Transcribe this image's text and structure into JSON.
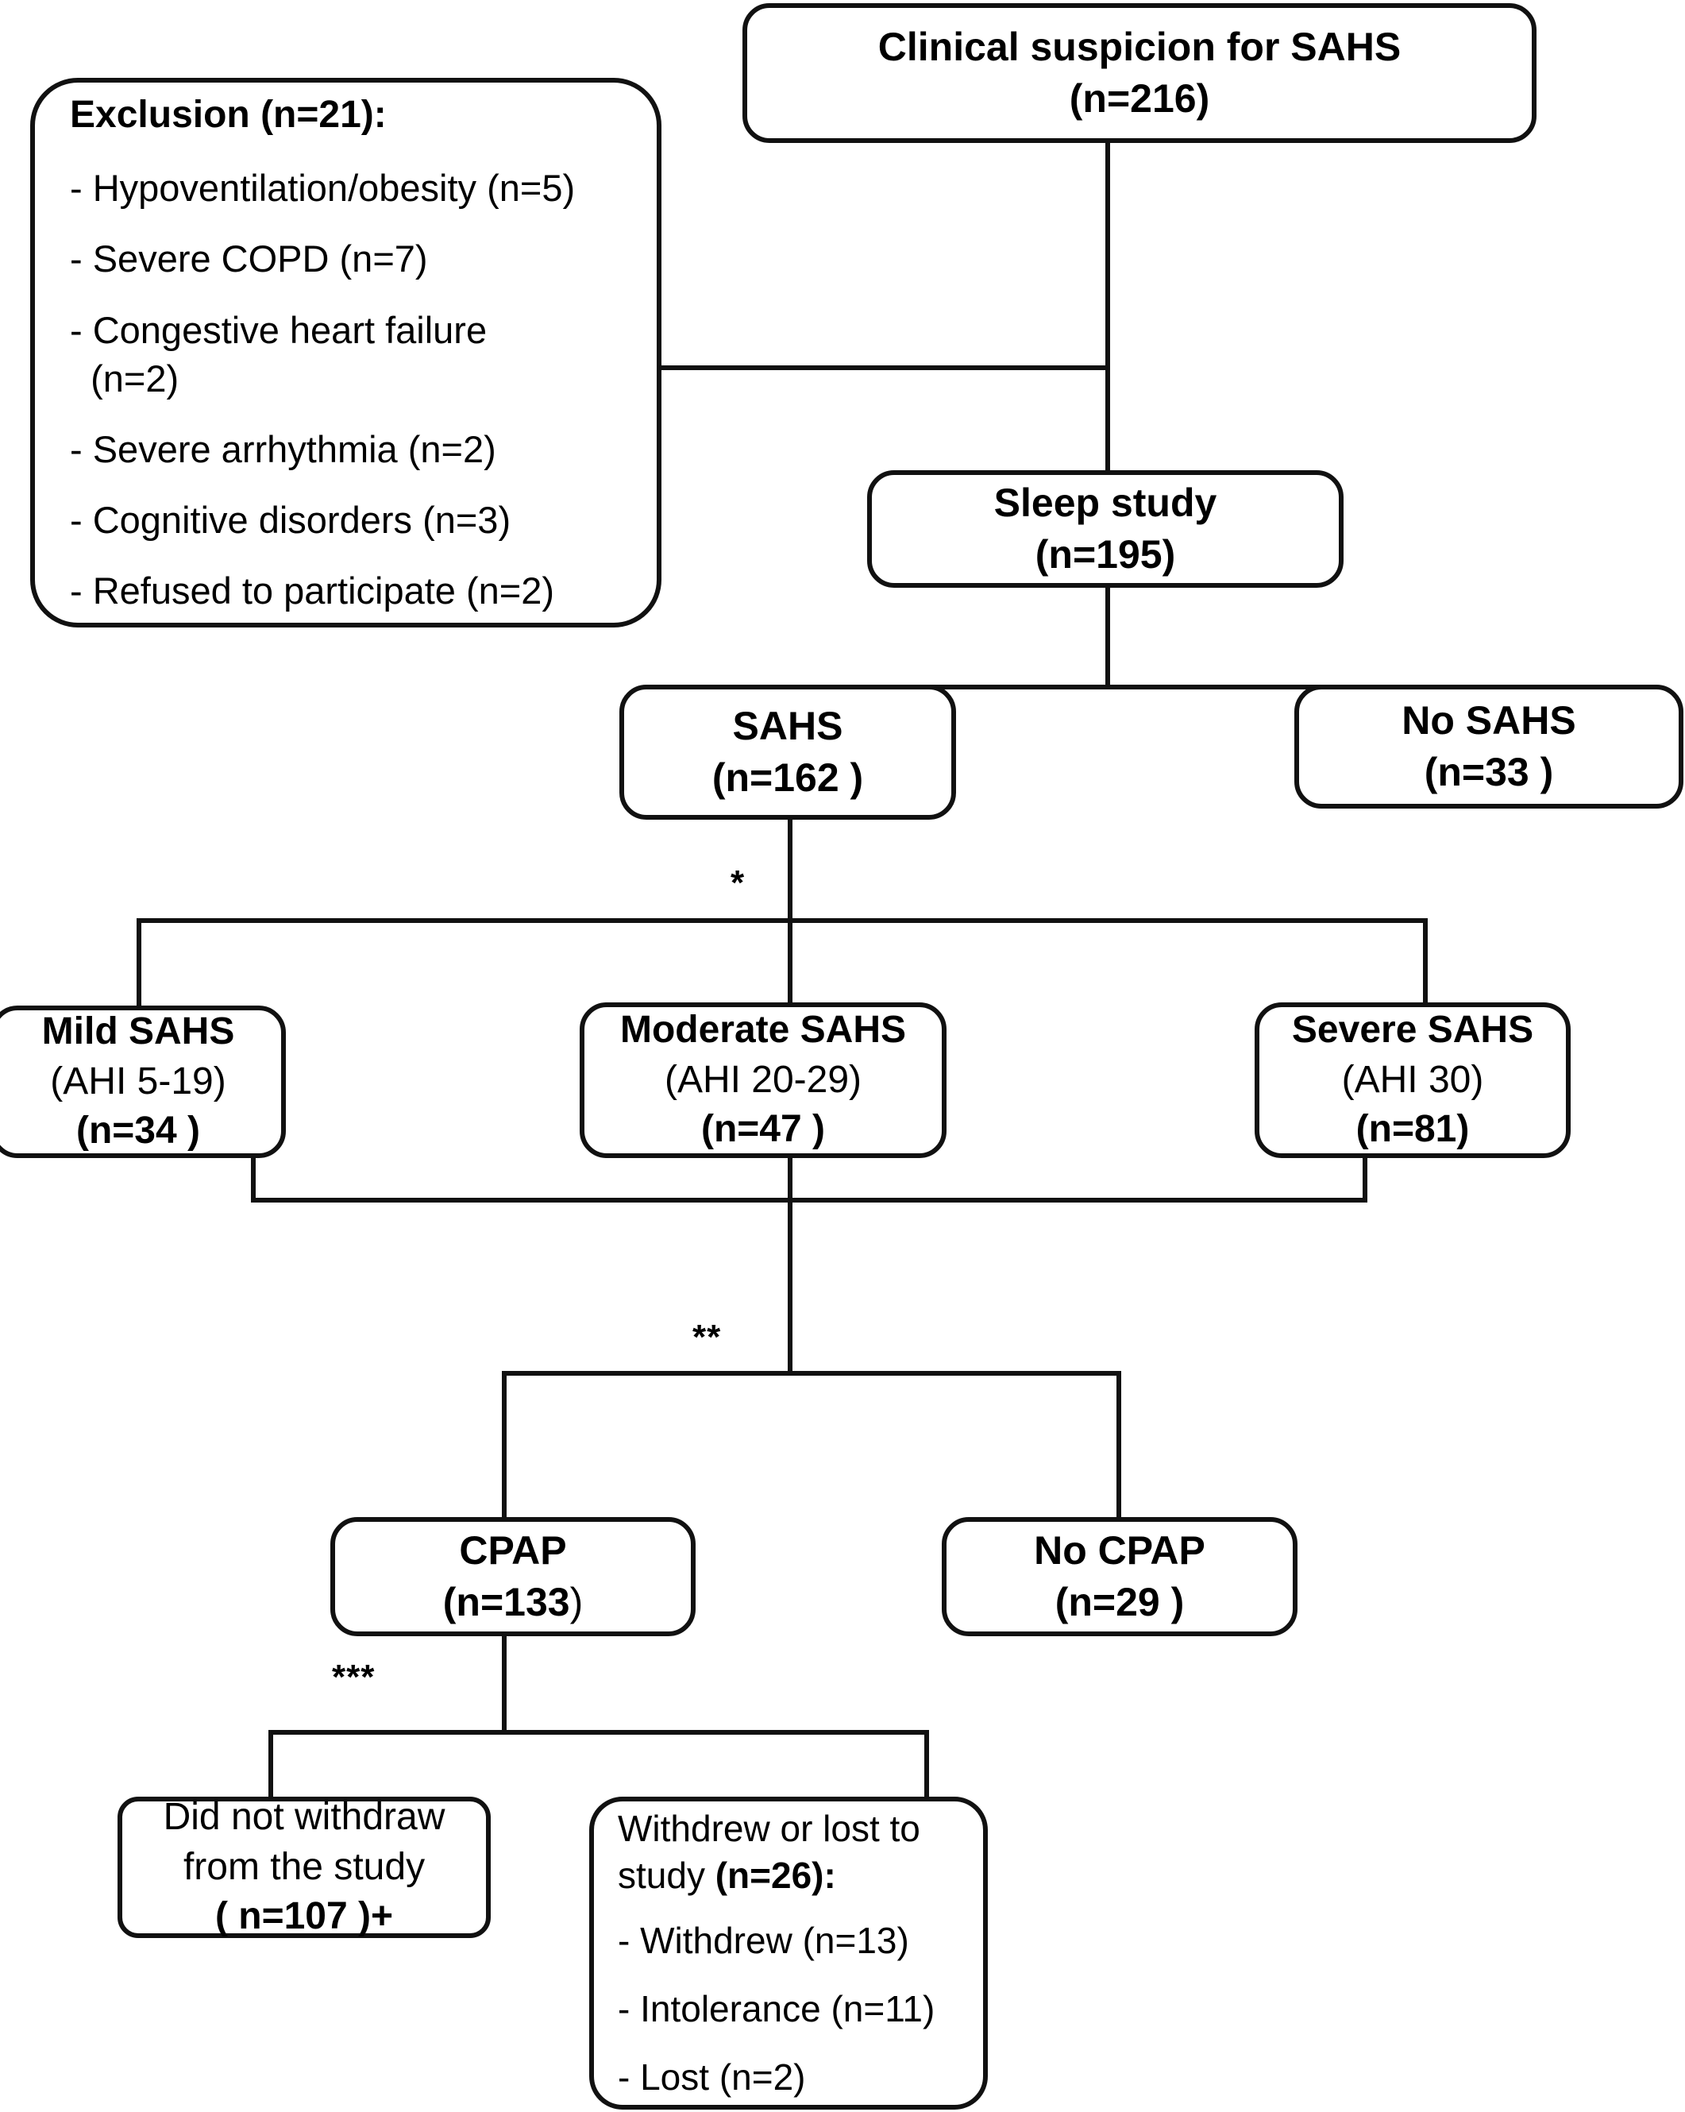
{
  "figure": {
    "type": "flowchart",
    "title": "Patient flow through SAHS diagnosis and CPAP treatment"
  },
  "nodes": {
    "clinical_suspicion": {
      "line1": "Clinical suspicion for SAHS",
      "line2": "(n=216)"
    },
    "exclusion": {
      "title": "Exclusion (n=21):",
      "items": [
        "- Hypoventilation/obesity (n=5)",
        "- Severe COPD (n=7)",
        "- Congestive heart failure\n  (n=2)",
        "- Severe arrhythmia (n=2)",
        "- Cognitive disorders (n=3)",
        "- Refused to participate (n=2)"
      ]
    },
    "sleep_study": {
      "line1": "Sleep study",
      "line2": "(n=195)"
    },
    "sahs": {
      "line1": "SAHS",
      "line2": "(n=162 )"
    },
    "no_sahs": {
      "line1": "No SAHS",
      "line2": "(n=33 )"
    },
    "mild_sahs": {
      "line1": "Mild SAHS",
      "line2": "(AHI 5-19)",
      "line3": "(n=34 )"
    },
    "moderate_sahs": {
      "line1": "Moderate SAHS",
      "line2": "(AHI 20-29)",
      "line3": "(n=47  )"
    },
    "severe_sahs": {
      "line1": "Severe SAHS",
      "line2": "(AHI 30)",
      "line3": "(n=81)"
    },
    "cpap": {
      "line1": "CPAP",
      "line2a": "(n=133",
      "line2b": ")"
    },
    "no_cpap": {
      "line1": "No CPAP",
      "line2": "(n=29 )"
    },
    "did_not_withdraw": {
      "line1": "Did not withdraw",
      "line2": "from the study",
      "line3": "( n=107 )+"
    },
    "withdrew_or_lost": {
      "head_normal": "Withdrew or lost to study ",
      "head_bold": "(n=26):",
      "items": [
        "- Withdrew (n=13)",
        "- Intolerance (n=11)",
        "- Lost (n=2)"
      ]
    }
  },
  "annotations": {
    "single_asterisk": "*",
    "double_asterisk": "**",
    "triple_asterisk": "***"
  },
  "colors": {
    "stroke": "#111111",
    "background": "#ffffff",
    "text": "#000000"
  }
}
